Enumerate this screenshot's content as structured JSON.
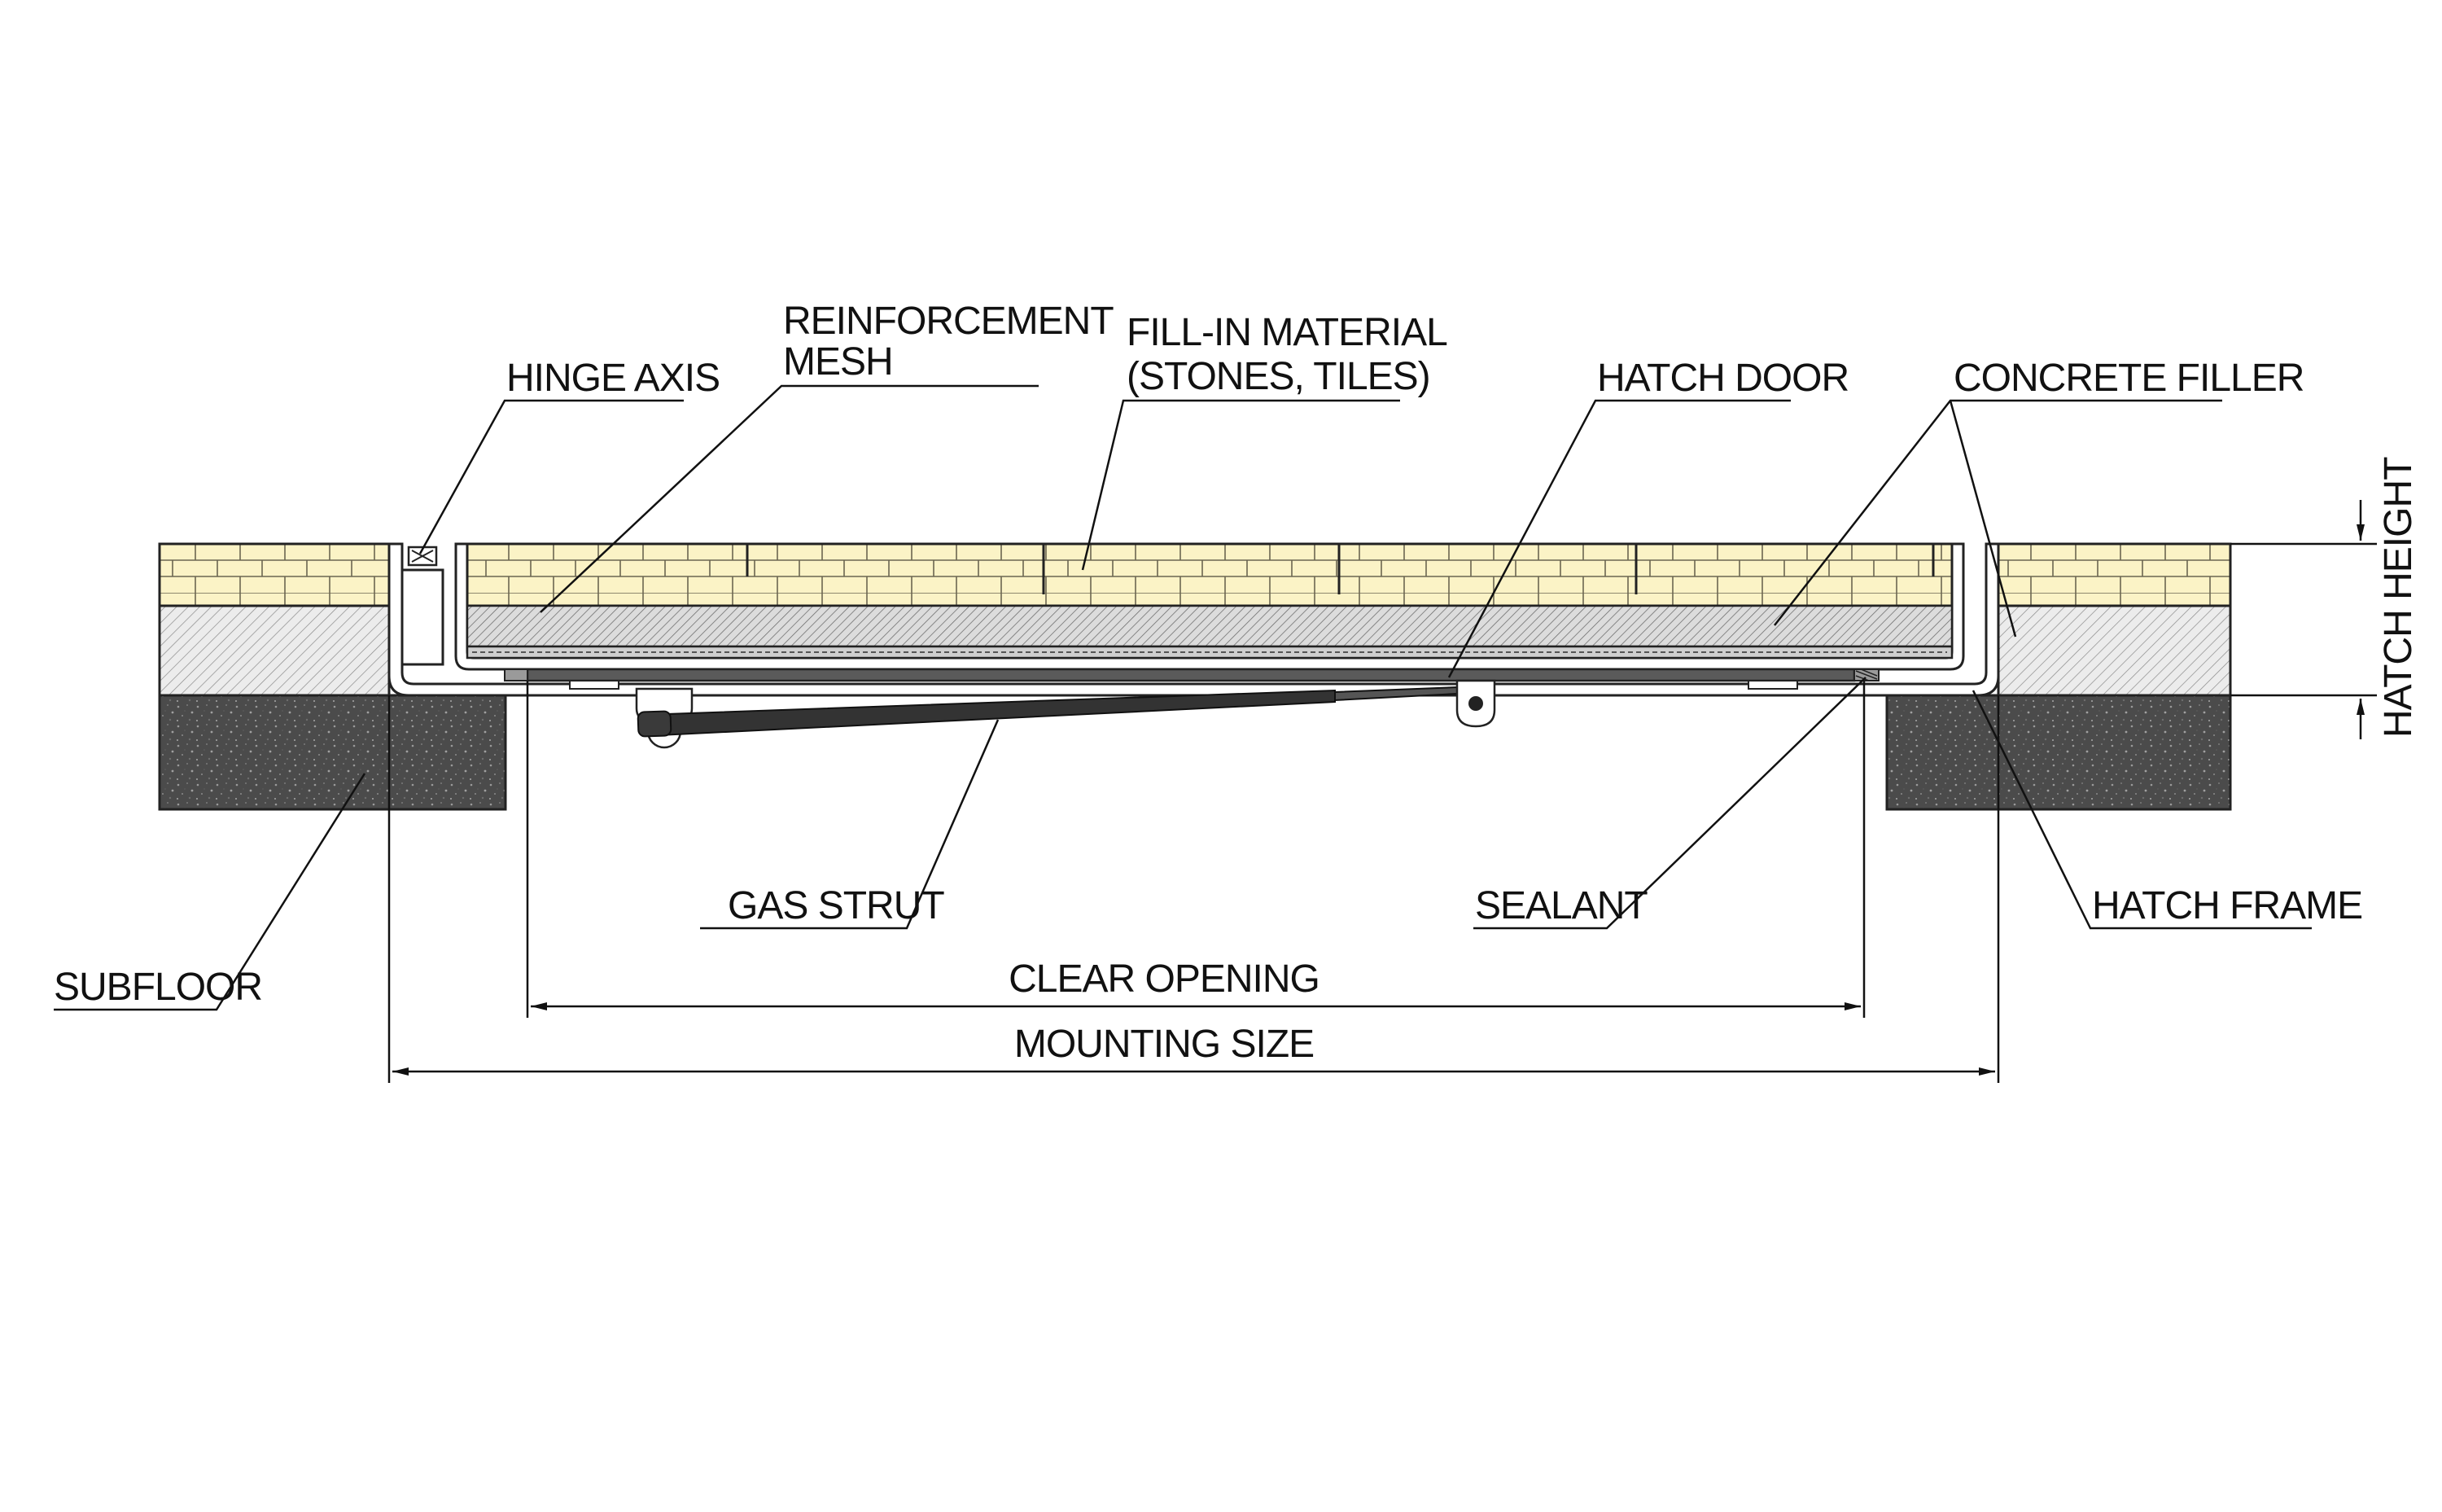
{
  "labels": {
    "hinge_axis": "HINGE AXIS",
    "reinforcement_mesh_1": "REINFORCEMENT",
    "reinforcement_mesh_2": "MESH",
    "fill_in_material_1": "FILL-IN MATERIAL",
    "fill_in_material_2": "(STONES, TILES)",
    "hatch_door": "HATCH DOOR",
    "concrete_filler": "CONCRETE FILLER",
    "hatch_height": "HATCH HEIGHT",
    "subfloor": "SUBFLOOR",
    "gas_strut": "GAS STRUT",
    "sealant": "SEALANT",
    "hatch_frame": "HATCH FRAME",
    "clear_opening": "CLEAR OPENING",
    "mounting_size": "MOUNTING SIZE"
  },
  "colors": {
    "tile": "#fbf3c6",
    "tile_joint": "#5a5a4a",
    "concrete": "#e4e4e4",
    "subfloor": "#4a4a4a",
    "frame": "#ffffff",
    "strut": "#2e2e2e",
    "line": "#111111"
  }
}
